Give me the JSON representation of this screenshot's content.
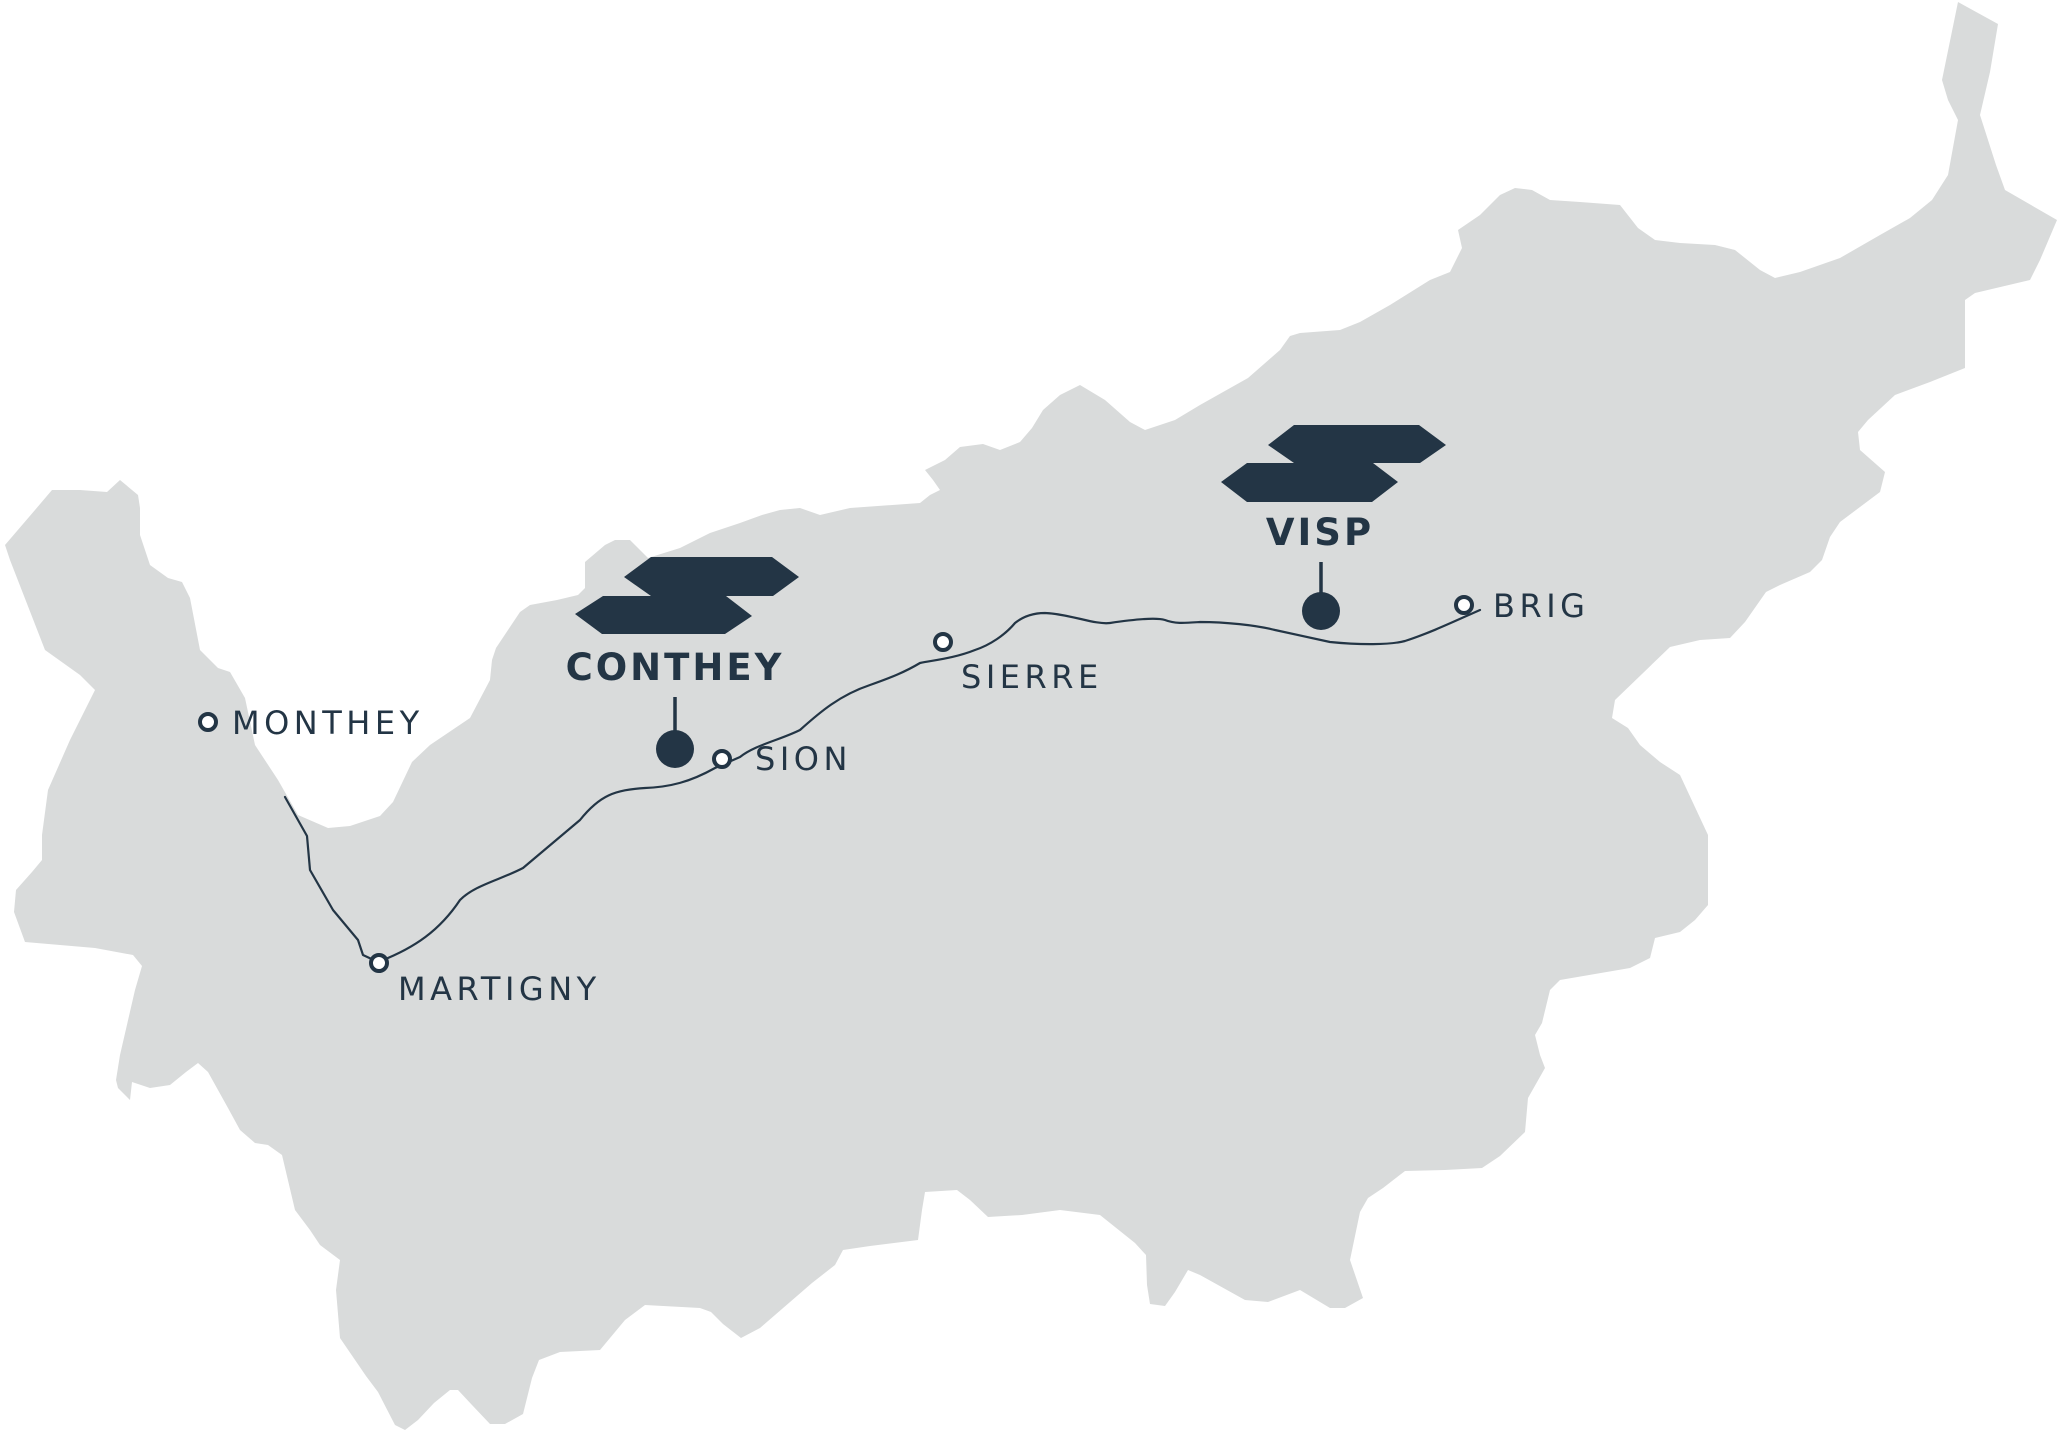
{
  "map": {
    "colors": {
      "region": "#d9dbdb",
      "ink": "#233545",
      "background": "#ffffff"
    },
    "towns": [
      {
        "id": "monthey",
        "label": "MONTHEY"
      },
      {
        "id": "martigny",
        "label": "MARTIGNY"
      },
      {
        "id": "sion",
        "label": "SION"
      },
      {
        "id": "sierre",
        "label": "SIERRE"
      },
      {
        "id": "brig",
        "label": "BRIG"
      }
    ],
    "sites": [
      {
        "id": "conthey",
        "label": "CONTHEY",
        "icon": "company-logo-icon"
      },
      {
        "id": "visp",
        "label": "VISP",
        "icon": "company-logo-icon"
      }
    ]
  }
}
